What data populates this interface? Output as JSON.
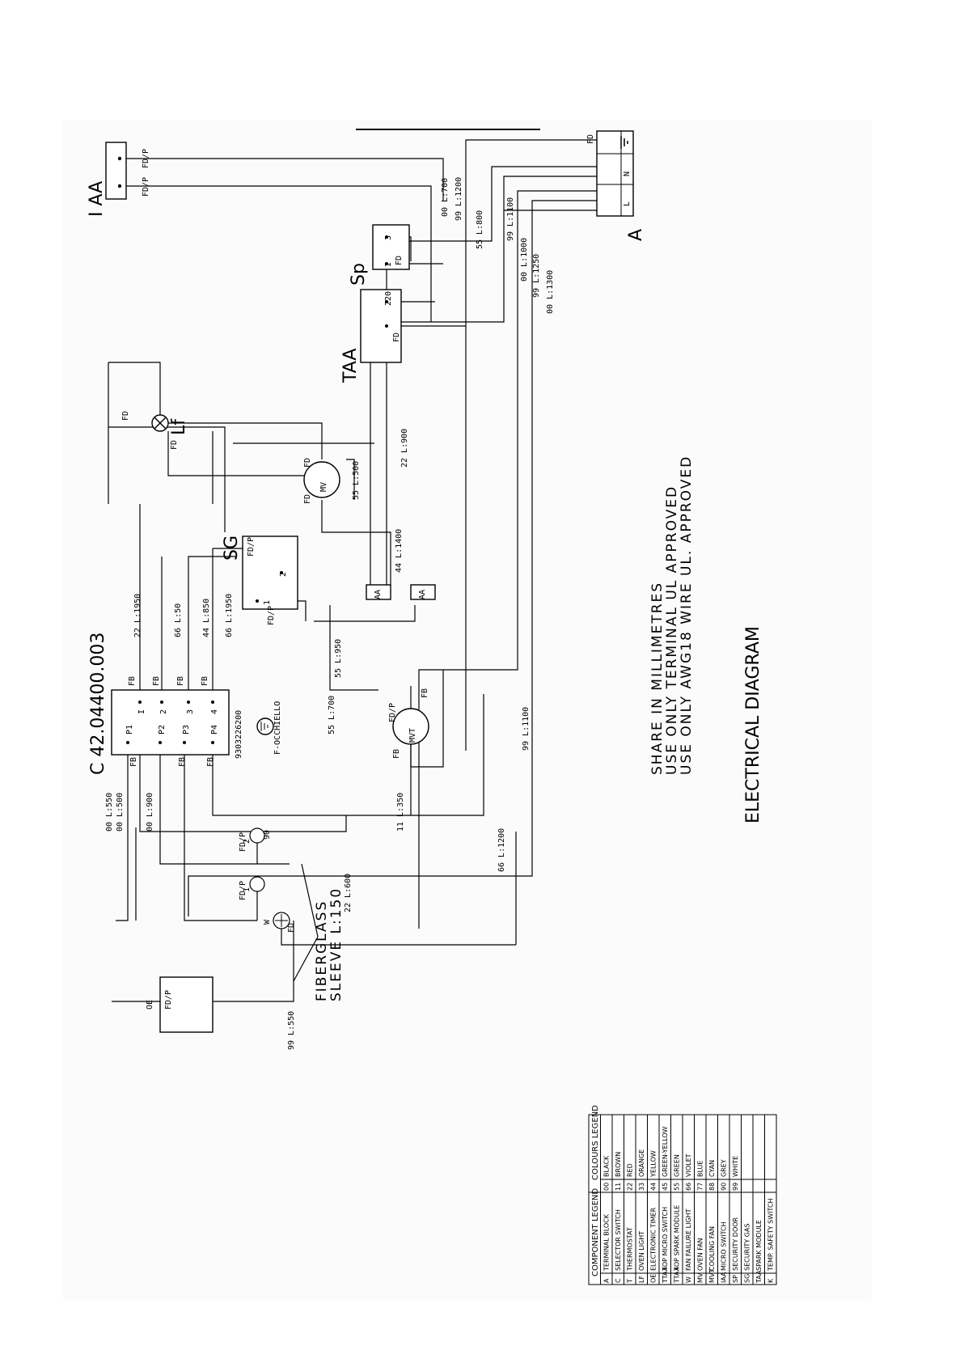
{
  "title": "ELECTRICAL DIAGRAM",
  "notes": [
    "SHARE IN MILLIMETRES",
    "USE ONLY TERMINAL UL APPROVED",
    "USE ONLY AWG18 WIRE UL. APPROVED"
  ],
  "components": {
    "A": "A",
    "A_L": "L",
    "A_N": "N",
    "IAA": "I AA",
    "Sp": "Sp",
    "Sp_pin1": "I",
    "Sp_pin3": "3",
    "TAA": "TAA",
    "TAA_pin220": "220",
    "Lf": "Lf",
    "SG": "SG",
    "SG_pin1": "1",
    "SG_pin2": "2",
    "MV": "MV",
    "MVT": "MVT",
    "C": "C 42.04400.003",
    "C_code": "9303226200",
    "C_pins": [
      "I",
      "2",
      "3",
      "4"
    ],
    "C_ports": [
      "P1",
      "P2",
      "P3",
      "P4"
    ],
    "micro1": "1",
    "micro2": "2",
    "W": "W",
    "OE": "OE",
    "AA1": "AA",
    "AA2": "AA",
    "occhiello": "F-OCCHIELLO",
    "fiberglass": [
      "FIBERGLASS",
      "SLEEVE L:150"
    ]
  },
  "terminals": {
    "FD": "FD",
    "FDP": "FD/P",
    "FB": "FB"
  },
  "wire_labels": {
    "w00_700": "00 L:700",
    "w99_1200": "99 L:1200",
    "w55_800": "55 L:800",
    "w99_1100a": "99 L:1100",
    "w00_1000": "00 L:1000",
    "w99_1250": "99 L:1250",
    "w00_1300": "00 L:1300",
    "w22_900": "22 L:900",
    "w55_500": "55 L:500",
    "w44_1400": "44 L:1400",
    "w22_1950": "22 L:1950",
    "w66_50": "66 L:50",
    "w44_850": "44 L:850",
    "w66_1950": "66 L:1950",
    "w55_950": "55 L:950",
    "w55_700": "55 L:700",
    "w99_1100b": "99 L:1100",
    "w00_550": "00 L:550",
    "w00_500": "00 L:500",
    "w00_900": "00 L:900",
    "w11_350": "11 L:350",
    "w66_1200": "66 L:1200",
    "w22_600": "22 L:600",
    "w99_550": "99 L:550",
    "micro_rating": "90"
  },
  "component_legend": {
    "header": "COMPONENT LEGEND",
    "rows": [
      [
        "A",
        "TERMINAL BLOCK"
      ],
      [
        "C",
        "SELECTOR SWITCH"
      ],
      [
        "T",
        "THERMOSTAT"
      ],
      [
        "LF",
        "OVEN LIGHT"
      ],
      [
        "OE",
        "ELECTRONIC TIMER"
      ],
      [
        "TTAA",
        "TOP MICRO SWITCH"
      ],
      [
        "TTAA",
        "TOP SPARK MODULE"
      ],
      [
        "W",
        "FAN FAILURE LIGHT"
      ],
      [
        "MV",
        "OVEN FAN"
      ],
      [
        "MVT",
        "COOLING FAN"
      ],
      [
        "IAA",
        "MICRO SWITCH"
      ],
      [
        "SP",
        "SECURITY DOOR"
      ],
      [
        "SG",
        "SECURITY GAS"
      ],
      [
        "TAA",
        "SPARK MODULE"
      ],
      [
        "K",
        "TEMP. SAFETY SWITCH"
      ]
    ]
  },
  "colours_legend": {
    "header": "COLOURS LEGEND",
    "rows": [
      [
        "00",
        "BLACK"
      ],
      [
        "11",
        "BROWN"
      ],
      [
        "22",
        "RED"
      ],
      [
        "33",
        "ORANGE"
      ],
      [
        "44",
        "YELLOW"
      ],
      [
        "45",
        "GREEN-YELLOW"
      ],
      [
        "55",
        "GREEN"
      ],
      [
        "66",
        "VIOLET"
      ],
      [
        "77",
        "BLUE"
      ],
      [
        "88",
        "CYAN"
      ],
      [
        "90",
        "GREY"
      ],
      [
        "99",
        "WHITE"
      ]
    ]
  }
}
